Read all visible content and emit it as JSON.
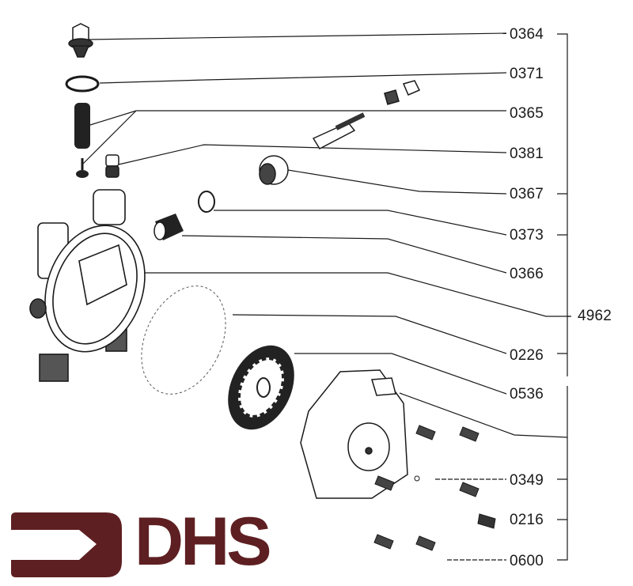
{
  "diagram": {
    "type": "exploded parts diagram",
    "subject": "valve body assembly with diaphragm and cover",
    "group_label": "4962",
    "parts": [
      {
        "id": "0364",
        "label": "0364",
        "desc": "hex plug with seal"
      },
      {
        "id": "0371",
        "label": "0371",
        "desc": "washer ring"
      },
      {
        "id": "0365",
        "label": "0365",
        "desc": "spring and pin"
      },
      {
        "id": "0381",
        "label": "0381",
        "desc": "small fitting"
      },
      {
        "id": "0367",
        "label": "0367",
        "desc": "threaded hex nipple"
      },
      {
        "id": "0373",
        "label": "0373",
        "desc": "snap ring"
      },
      {
        "id": "0366",
        "label": "0366",
        "desc": "filter sleeve"
      },
      {
        "id": "4962",
        "label": "4962",
        "desc": "valve body assembly"
      },
      {
        "id": "0226",
        "label": "0226",
        "desc": "gasket"
      },
      {
        "id": "0536",
        "label": "0536",
        "desc": "diaphragm"
      },
      {
        "id": "cover",
        "label": "",
        "desc": "cover plate"
      },
      {
        "id": "0349",
        "label": "0349",
        "desc": "small ball"
      },
      {
        "id": "0216",
        "label": "0216",
        "desc": "adjustment screw"
      },
      {
        "id": "0600",
        "label": "0600",
        "desc": "cover screws"
      }
    ]
  },
  "logo": {
    "text": "DHS",
    "color": "#5e1f22"
  },
  "colors": {
    "line": "#1a1a1a",
    "background": "#ffffff",
    "brand": "#5e1f22"
  }
}
